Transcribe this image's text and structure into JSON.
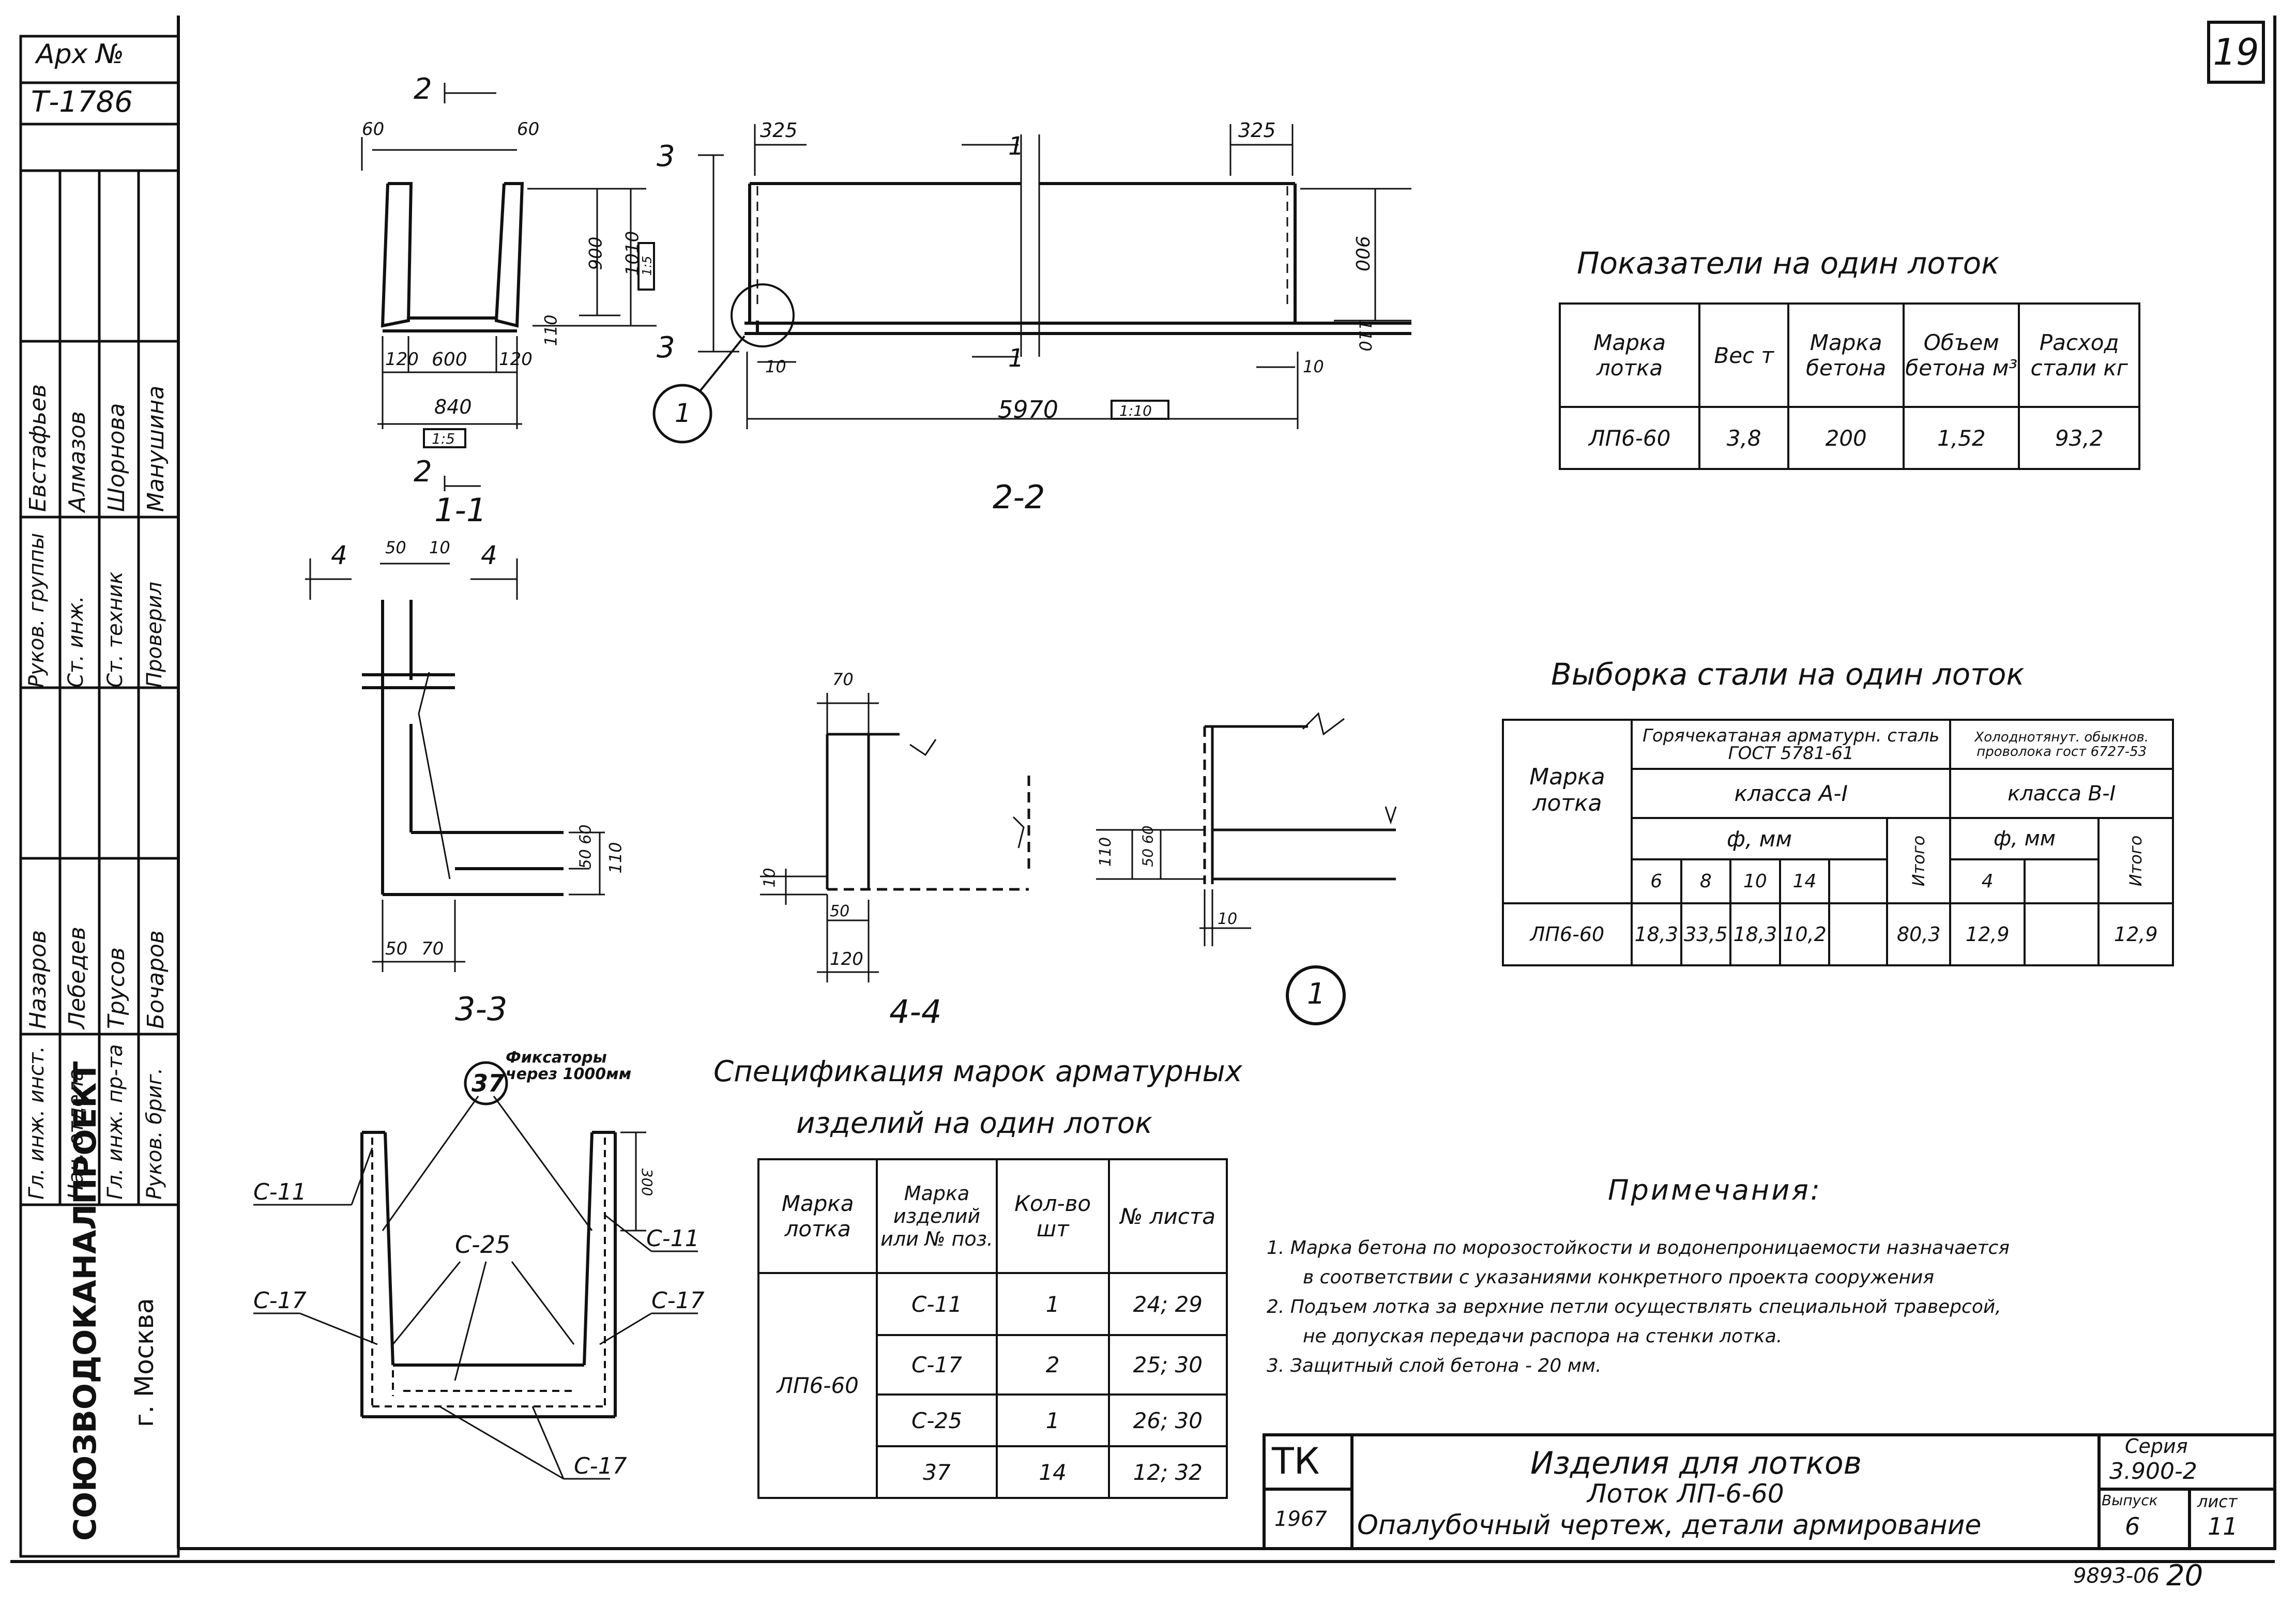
{
  "sheet_number": "19",
  "archive": {
    "label": "Арх №",
    "number": "Т-1786"
  },
  "side_stamp": {
    "org": "СОЮЗВОДОКАНАЛПРОЕКТ",
    "city": "г. Москва",
    "roles": [
      "Гл. инж. инст.",
      "Нач. отдела",
      "Гл. инж. пр-та",
      "Руков. бриг.",
      "Руков. группы",
      "Ст. инж.",
      "Ст. техник",
      "Проверил"
    ],
    "names": [
      "Назаров",
      "Лебедев",
      "Трусов",
      "Бочаров",
      "Евстафьев",
      "Алмазов",
      "Шорнова",
      "Манушина"
    ]
  },
  "drawings": {
    "sec11": {
      "title": "1-1",
      "cut": "2",
      "dims": {
        "top_left": "60",
        "top_right": "60",
        "h900": "900",
        "h1010": "1010",
        "h110": "110",
        "w120a": "120",
        "w600": "600",
        "w120b": "120",
        "w840": "840",
        "box": "1:5",
        "box_side": "1:5"
      }
    },
    "sec22": {
      "title": "2-2",
      "cut3": "3",
      "cut1": "1",
      "dims": {
        "l325": "325",
        "r325": "325",
        "h900": "900",
        "h110": "110",
        "w10l": "10",
        "w10r": "10",
        "length": "5970",
        "box": "1:10"
      },
      "callout": "1"
    },
    "sec33": {
      "title": "3-3",
      "cut": "4",
      "dims": {
        "d50": "50",
        "d10": "10",
        "d50b": "50",
        "d60": "60",
        "d110": "110",
        "d50c": "50",
        "d70": "70"
      }
    },
    "sec44": {
      "title": "4-4",
      "dims": {
        "d70": "70",
        "d10": "10",
        "d50": "50",
        "d120": "120"
      }
    },
    "node1": {
      "callout": "1",
      "dims": {
        "d110": "110",
        "d50": "50",
        "d60": "60",
        "d10": "10"
      }
    },
    "cross": {
      "fix_label": "Фиксаторы через 1000мм",
      "fix_no": "37",
      "labels": [
        "С-11",
        "С-25",
        "С-11",
        "С-17",
        "С-17",
        "С-17"
      ],
      "d300": "300"
    }
  },
  "indicators": {
    "title": "Показатели на один лоток",
    "headers": [
      "Марка лотка",
      "Вес т",
      "Марка бетона",
      "Объем бетона м³",
      "Расход стали кг"
    ],
    "row": [
      "ЛП6-60",
      "3,8",
      "200",
      "1,52",
      "93,2"
    ]
  },
  "steel": {
    "title": "Выборка стали на один лоток",
    "h_mark": "Марка лотка",
    "h_hot": "Горячекатаная арматурн. сталь ГОСТ 5781-61",
    "h_cold": "Холоднотянут. обыкнов. проволока гост 6727-53",
    "h_class_a": "класса А-I",
    "h_class_b": "класса В-I",
    "h_phi": "ф, мм",
    "h_phi2": "ф, мм",
    "h_total": "Итого",
    "h_total2": "Итого",
    "diam_a": [
      "6",
      "8",
      "10",
      "14",
      ""
    ],
    "diam_b": [
      "4",
      ""
    ],
    "row": {
      "mark": "ЛП6-60",
      "a": [
        "18,3",
        "33,5",
        "18,3",
        "10,2",
        ""
      ],
      "a_total": "80,3",
      "b": [
        "12,9",
        ""
      ],
      "b_total": "12,9"
    }
  },
  "spec": {
    "title_line1": "Спецификация марок арматурных",
    "title_line2": "изделий на один лоток",
    "headers": [
      "Марка лотка",
      "Марка изделий или № поз.",
      "Кол-во шт",
      "№ листа"
    ],
    "mark": "ЛП6-60",
    "rows": [
      {
        "item": "С-11",
        "qty": "1",
        "sheet": "24; 29"
      },
      {
        "item": "С-17",
        "qty": "2",
        "sheet": "25; 30"
      },
      {
        "item": "С-25",
        "qty": "1",
        "sheet": "26; 30"
      },
      {
        "item": "37",
        "qty": "14",
        "sheet": "12; 32"
      }
    ]
  },
  "notes": {
    "title": "Примечания:",
    "items": [
      "1. Марка бетона по морозостойкости и водонепроницаемости назначается",
      "в соответствии с указаниями конкретного проекта сооружения",
      "2. Подъем лотка за верхние петли осуществлять специальной траверсой,",
      "не допуская передачи распора на стенки лотка.",
      "3. Защитный слой бетона - 20 мм."
    ]
  },
  "title_block": {
    "tk": "ТК",
    "year": "1967",
    "line1": "Изделия для лотков",
    "line2": "Лоток ЛП-6-60",
    "line3": "Опалубочный чертеж, детали армирование",
    "series_label": "Серия",
    "series": "3.900-2",
    "issue_label": "Выпуск",
    "issue": "6",
    "sheet_label": "лист",
    "sheet": "11"
  },
  "footer": {
    "code": "9893-06",
    "page": "20"
  }
}
